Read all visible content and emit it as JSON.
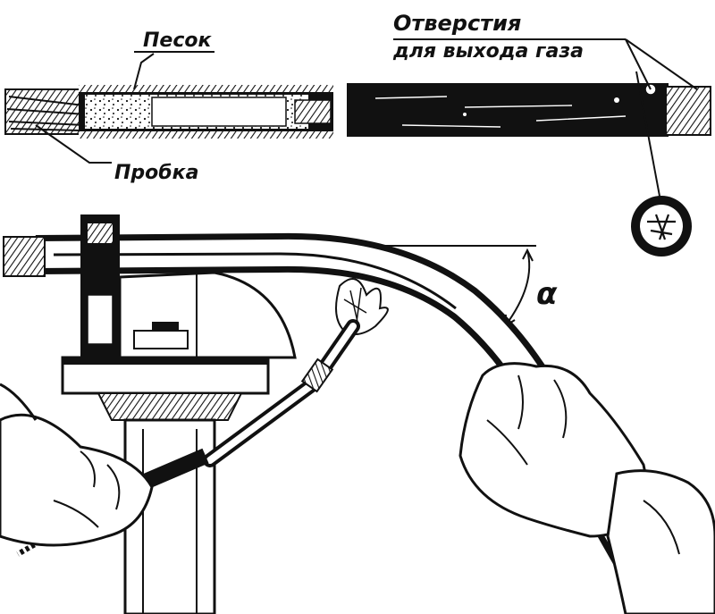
{
  "labels": {
    "sand": "Песок",
    "plug": "Пробка",
    "holes_line1": "Отверстия",
    "holes_line2": "для выхода газа",
    "angle": "α"
  },
  "colors": {
    "ink": "#111111",
    "paper": "#ffffff"
  }
}
